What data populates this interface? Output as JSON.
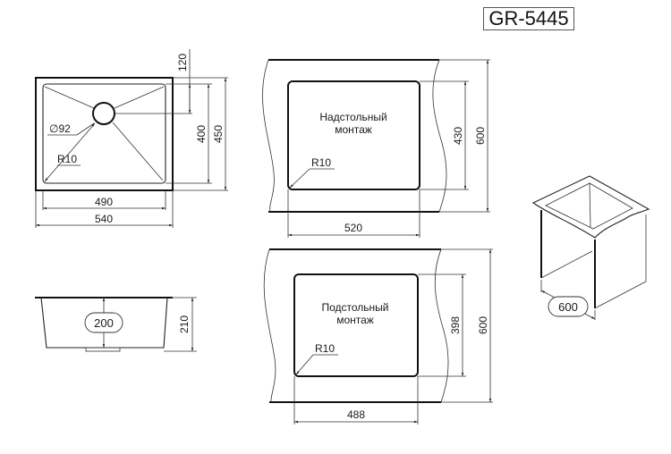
{
  "model": "GR-5445",
  "colors": {
    "line": "#1a1a1a",
    "background": "#ffffff"
  },
  "top_view": {
    "drain_diameter": "∅92",
    "corner_radius": "R10",
    "inner_width": "490",
    "outer_width": "540",
    "drain_offset": "120",
    "inner_depth": "400",
    "outer_depth": "450"
  },
  "side_view": {
    "inner_height": "200",
    "outer_height": "210"
  },
  "overmount": {
    "label_line1": "Надстольный",
    "label_line2": "монтаж",
    "corner_radius": "R10",
    "cutout_width": "520",
    "cutout_depth": "430",
    "counter_depth": "600"
  },
  "undermount": {
    "label_line1": "Подстольный",
    "label_line2": "монтаж",
    "corner_radius": "R10",
    "cutout_width": "488",
    "cutout_depth": "398",
    "counter_depth": "600"
  },
  "cabinet": {
    "min_width": "600"
  }
}
